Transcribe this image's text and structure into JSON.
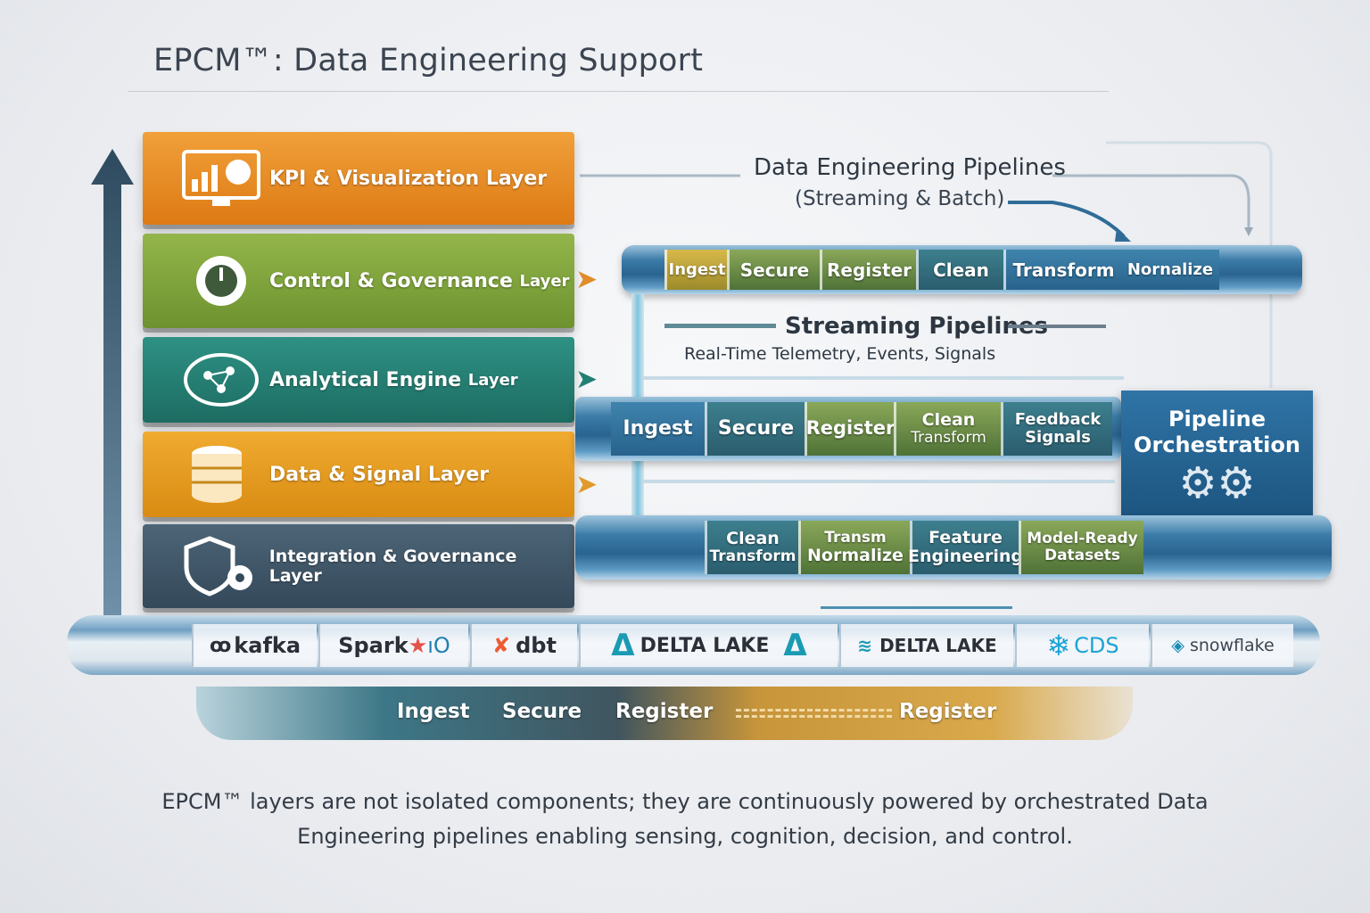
{
  "title": "EPCM™: Data Engineering Support",
  "layers": [
    {
      "name": "KPI & Visualization Layer",
      "icon": "dashboard-monitor-icon",
      "color": "#e8891f"
    },
    {
      "name": "Control & Governance",
      "suffix": "Layer",
      "icon": "gear-gauge-icon",
      "color": "#7fa43b"
    },
    {
      "name": "Analytical Engine",
      "suffix": "Layer",
      "icon": "brain-network-icon",
      "color": "#237f73"
    },
    {
      "name": "Data & Signal Layer",
      "icon": "database-icon",
      "color": "#e5991f"
    },
    {
      "name": "Integration & Governance Layer",
      "icon": "shield-gear-icon",
      "color": "#415566"
    }
  ],
  "pipelines_header": {
    "title": "Data Engineering Pipelines",
    "subtitle": "(Streaming & Batch)"
  },
  "top_pipe": [
    "Ingest",
    "Secure",
    "Register",
    "Clean",
    "Transform",
    "Nornalize"
  ],
  "streaming": {
    "title": "Streaming Pipelines",
    "subtitle": "Real-Time Telemetry, Events, Signals"
  },
  "mid_pipe": [
    [
      "Ingest"
    ],
    [
      "Secure"
    ],
    [
      "Register"
    ],
    [
      "Clean",
      "Transform"
    ],
    [
      "Feedback",
      "Signals"
    ]
  ],
  "orchestration": {
    "line1": "Pipeline",
    "line2": "Orchestration",
    "icon": "gears-icon"
  },
  "bottom_pipe": [
    [
      "Clean",
      "Transform"
    ],
    [
      "Transm",
      "Normalize"
    ],
    [
      "Feature",
      "Engineering"
    ],
    [
      "Model-Ready",
      "Datasets"
    ]
  ],
  "tools": [
    "kafka",
    "Spark",
    "dbt",
    "DELTA LAKE",
    "DELTA LAKE",
    "CDS",
    "snowflake"
  ],
  "flow": [
    "Ingest",
    "Secure",
    "Register",
    "Register"
  ],
  "caption": {
    "line1": "EPCM™ layers are not isolated components; they are continuously powered by orchestrated Data",
    "line2": "Engineering pipelines enabling sensing, cognition, decision, and control."
  }
}
